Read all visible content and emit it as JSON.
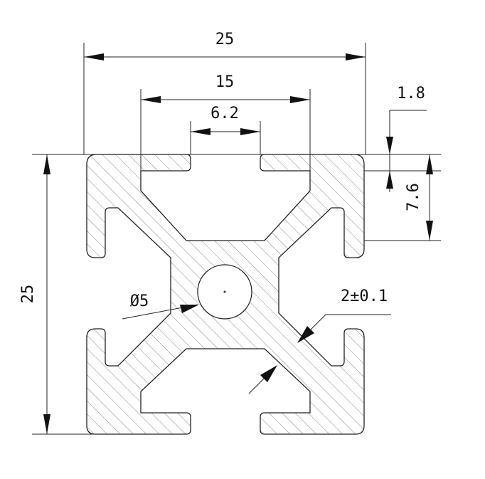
{
  "diagram": {
    "dimensions": {
      "overall_width": "25",
      "slot_outer_width": "15",
      "slot_opening": "6.2",
      "wall_thickness": "1.8",
      "slot_depth": "7.6",
      "overall_height": "25",
      "center_bore": "Ø5",
      "web_thickness": "2±0.1"
    },
    "colors": {
      "line": "#222222",
      "hatch": "#888888",
      "background": "#ffffff"
    }
  }
}
